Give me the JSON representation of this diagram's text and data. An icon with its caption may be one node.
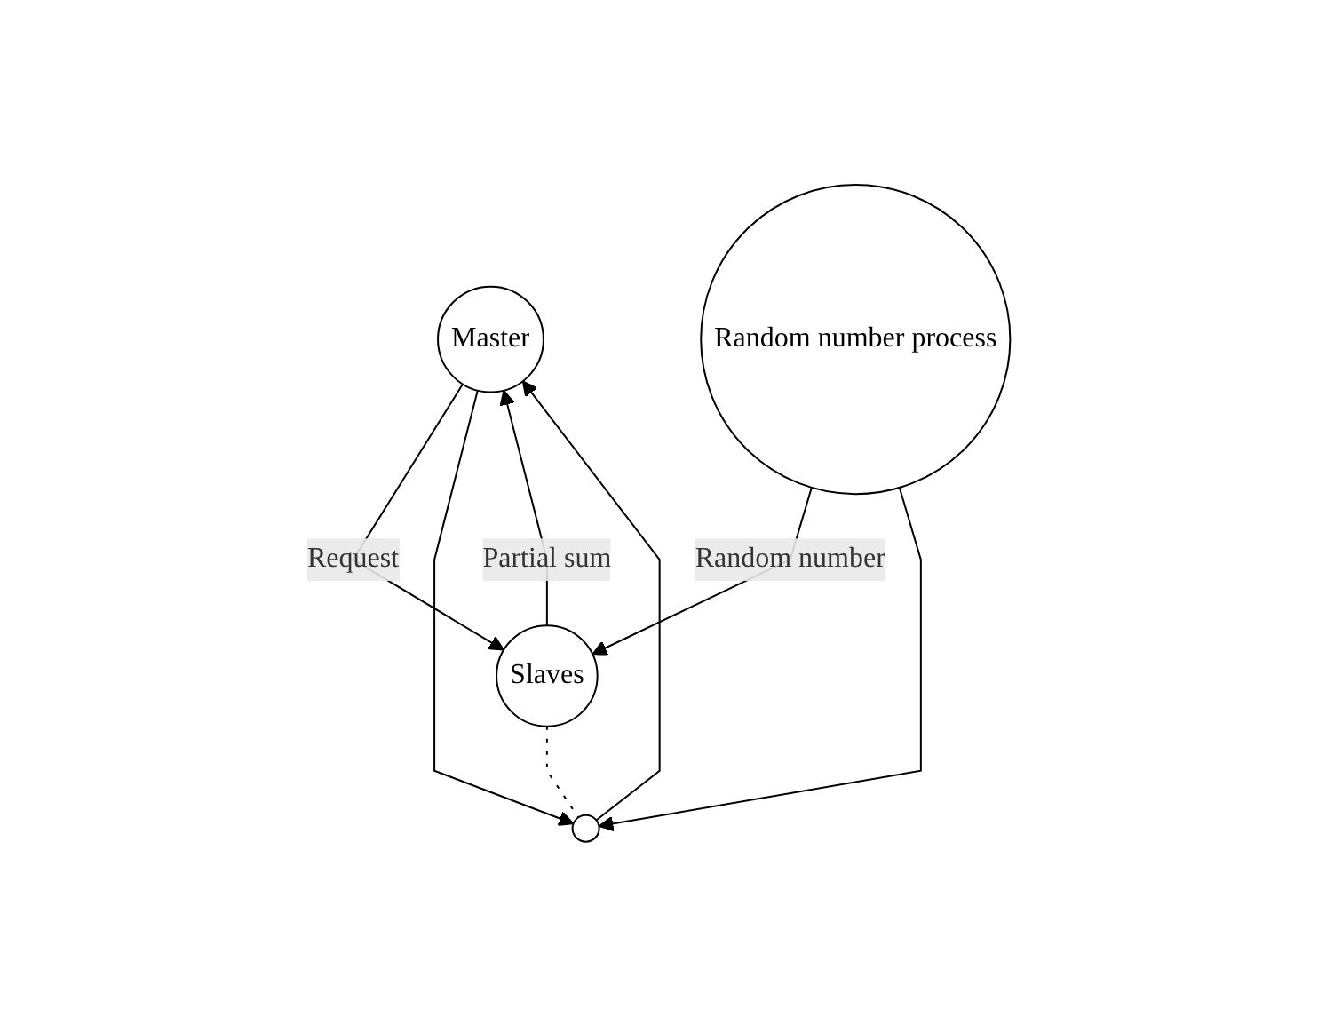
{
  "diagram": {
    "nodes": [
      {
        "text": [
          "Master"
        ]
      },
      {
        "text": [
          "Slaves"
        ]
      },
      {
        "text": [],
        "shape": "circle"
      },
      {
        "text": [
          "Random number process"
        ]
      }
    ],
    "edges": [
      {
        "from": 1,
        "to": 0,
        "arrow": "to",
        "label": "Partial sum"
      },
      {
        "from": 0,
        "to": 1,
        "arrow": "to",
        "label": "Request"
      },
      {
        "from": 0,
        "to": 2,
        "arrow": "to"
      },
      {
        "from": 2,
        "to": 0,
        "arrow": "to"
      },
      {
        "from": 1,
        "to": 2,
        "arrow": "none",
        "style": "dashed"
      },
      {
        "from": 3,
        "to": 1,
        "arrow": "to",
        "label": "Random number"
      },
      {
        "from": 3,
        "to": 2,
        "arrow": "to"
      }
    ]
  }
}
